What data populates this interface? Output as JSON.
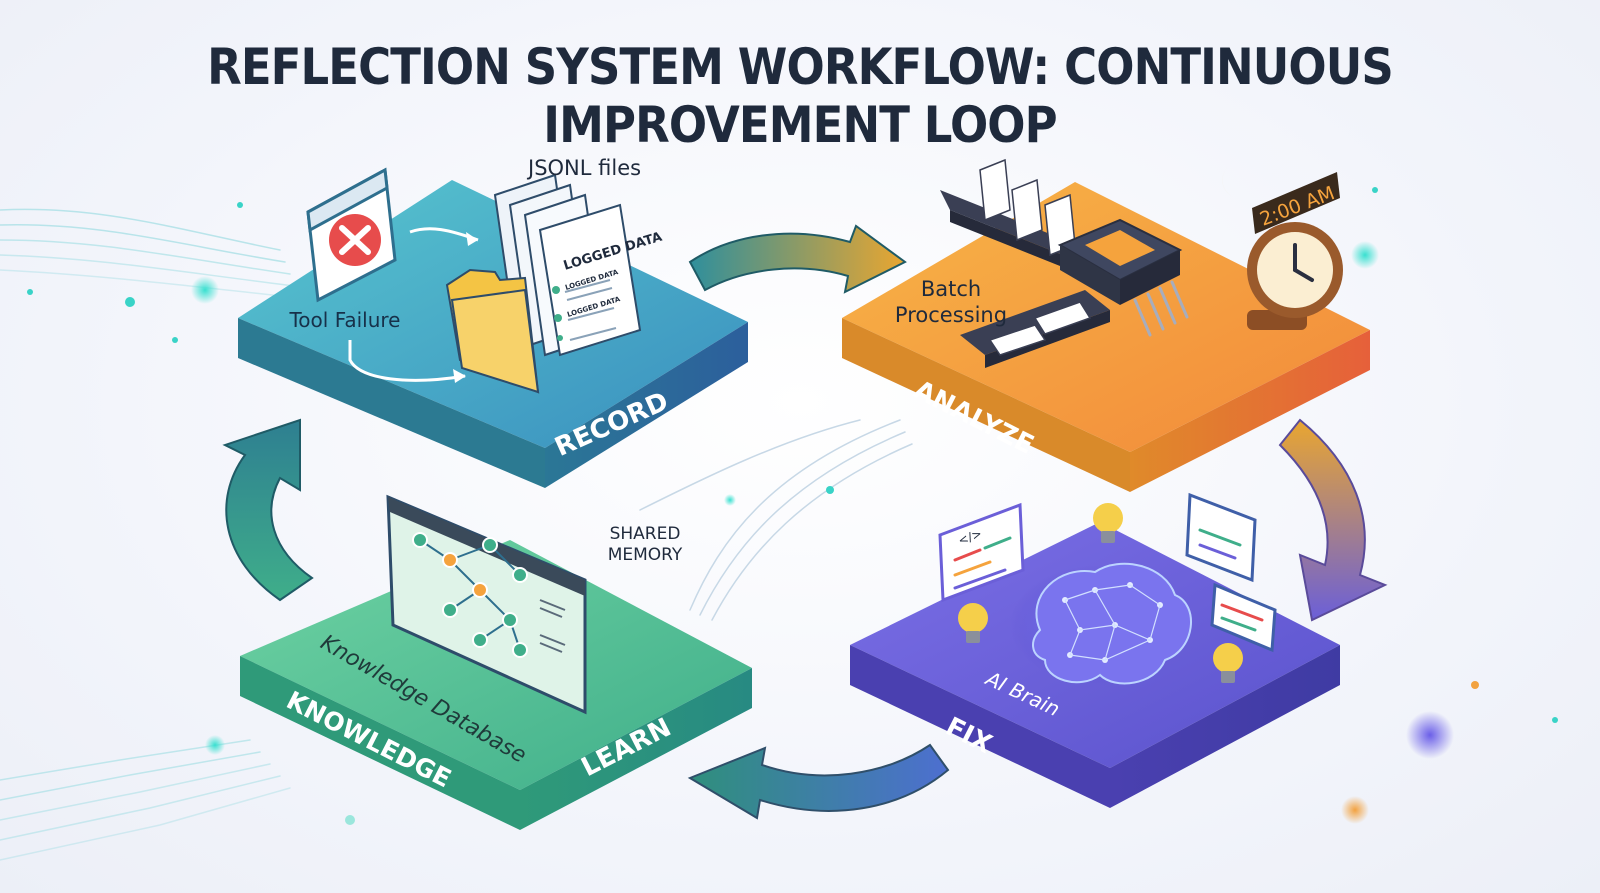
{
  "title": "REFLECTION SYSTEM WORKFLOW: CONTINUOUS IMPROVEMENT LOOP",
  "stages": {
    "record": {
      "label": "RECORD",
      "tool_failure": "Tool Failure",
      "jsonl_files": "JSONL files",
      "logged_data_heading": "LOGGED DATA",
      "logged_data_item_1": "LOGGED DATA",
      "logged_data_item_2": "LOGGED DATA",
      "color": "#3fa8b8"
    },
    "analyze": {
      "label": "ANALYZE",
      "batch_processing_1": "Batch",
      "batch_processing_2": "Processing",
      "time": "2:00 AM",
      "color": "#f5a33d"
    },
    "fix": {
      "label": "FIX",
      "ai_brain": "AI Brain",
      "code_tag": "</>",
      "color": "#6b5fd8"
    },
    "learn": {
      "label": "LEARN",
      "knowledge": "KNOWLEDGE",
      "knowledge_database": "Knowledge Database",
      "color": "#4bbf8f"
    }
  },
  "shared_memory_1": "SHARED",
  "shared_memory_2": "MEMORY",
  "colors": {
    "title": "#1f2a3c",
    "arrow_teal": "#2e8f96",
    "arrow_amber": "#e3a12f",
    "arrow_purple": "#6b5fd8"
  }
}
